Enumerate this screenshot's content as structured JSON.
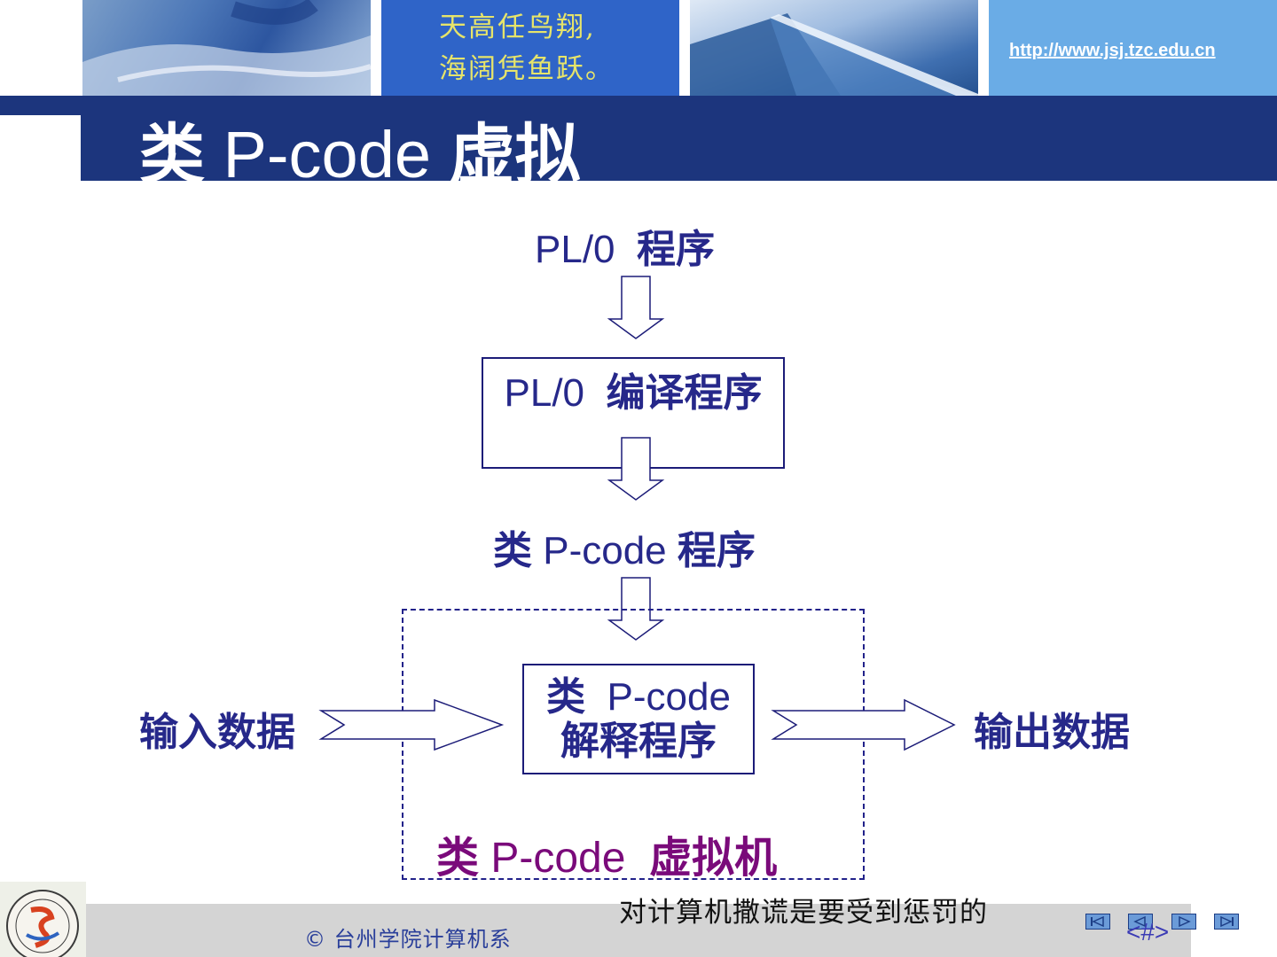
{
  "header": {
    "motto_line1": "天高任鸟翔,",
    "motto_line2": "海阔凭鱼跃。",
    "url": "http://www.jsj.tzc.edu.cn"
  },
  "slide": {
    "title_zh1": "类",
    "title_en": " P-code ",
    "title_zh2": "虚拟"
  },
  "diagram": {
    "pl0_program_en": "PL/0",
    "pl0_program_zh": "程序",
    "compiler_en": "PL/0",
    "compiler_zh": "编译程序",
    "pcode_program_zh1": "类",
    "pcode_program_en": " P-code ",
    "pcode_program_zh2": "程序",
    "interpreter_zh1": "类",
    "interpreter_en": "P-code",
    "interpreter_zh2": "解释程序",
    "input_data": "输入数据",
    "output_data": "输出数据",
    "vm_zh1": "类",
    "vm_en": " P-code ",
    "vm_zh2": "虚拟机"
  },
  "footer": {
    "copyright": "© 台州学院计算机系",
    "proverb": "对计算机撒谎是要受到惩罚的",
    "page_number": "<#>"
  },
  "colors": {
    "title_bar": "#1c357d",
    "diagram_text": "#26288a",
    "vm_label": "#7a0a7a",
    "motto_yellow": "#e6e46a"
  }
}
